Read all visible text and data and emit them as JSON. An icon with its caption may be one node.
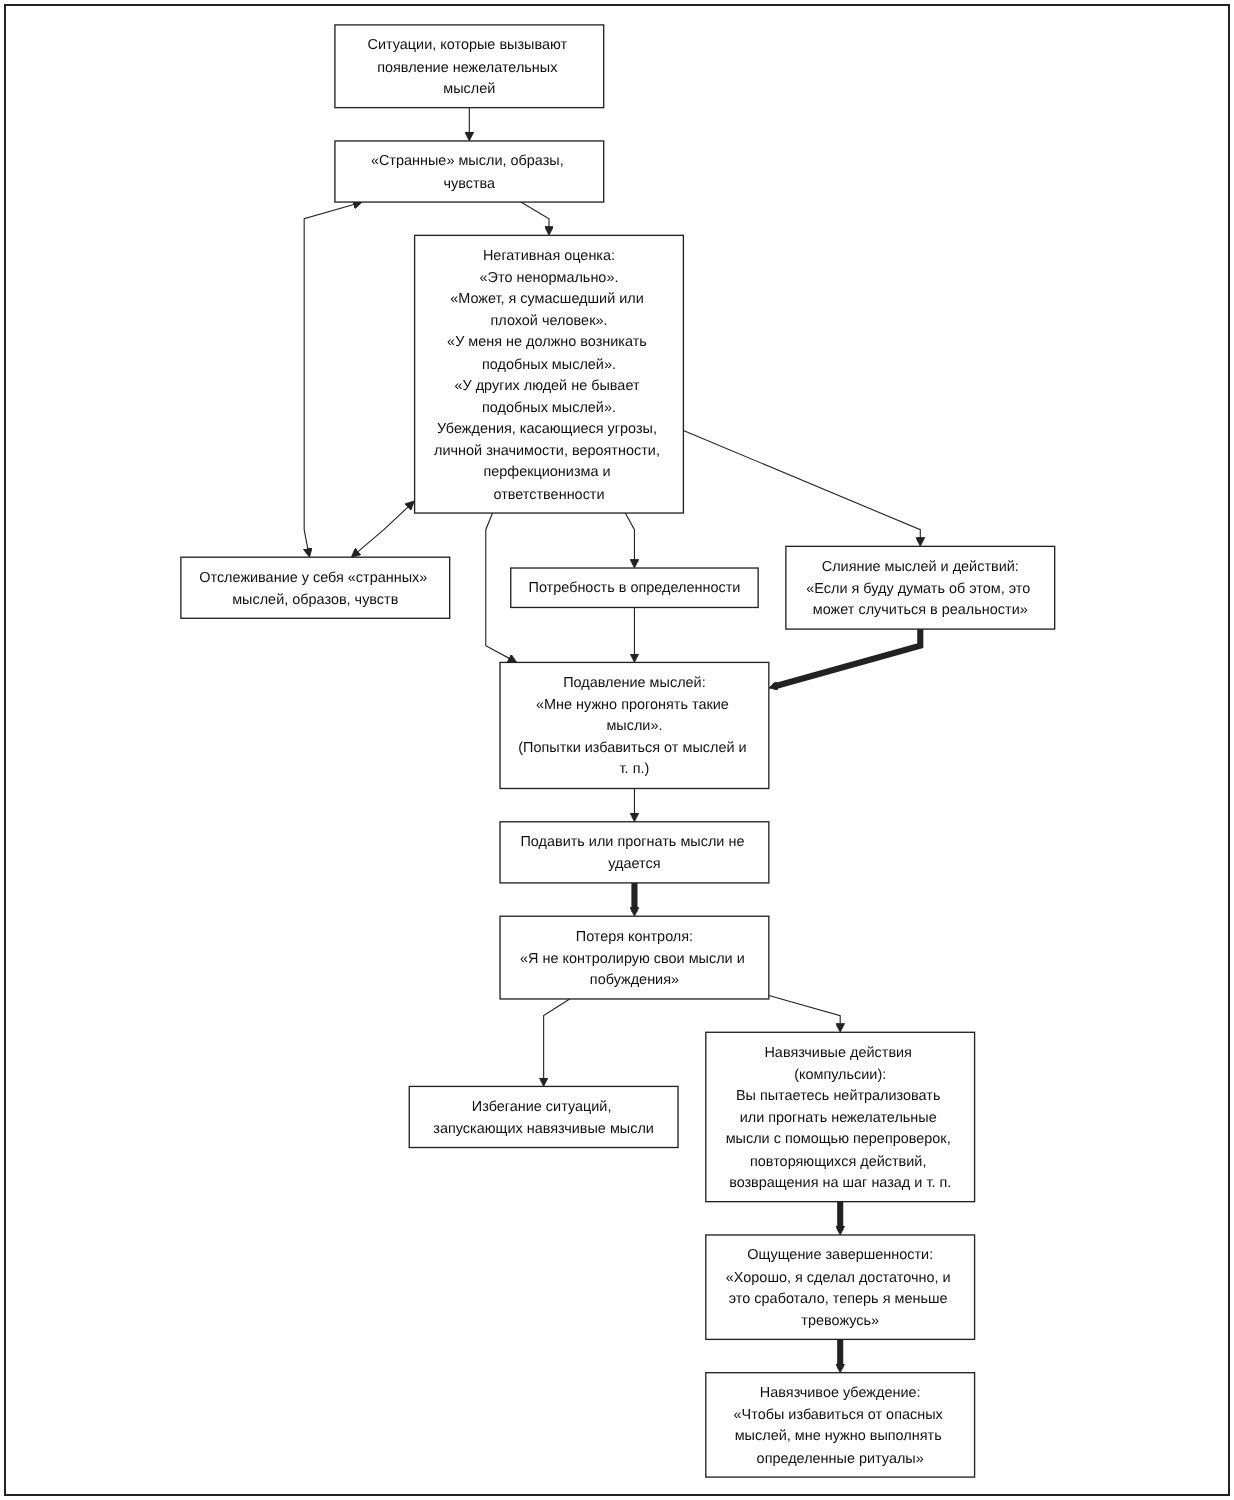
{
  "diagram": {
    "nodes": [
      {
        "text": [
          "Ситуации, которые вызывают появление нежелательных мыслей"
        ]
      },
      {
        "text": [
          "«Странные» мысли, образы, чувства"
        ]
      },
      {
        "text": [
          "Негативная оценка:",
          "«Это ненормально».",
          "«Может, я сумасшедший или плохой человек».",
          "«У меня не должно возникать подобных мыслей».",
          "«У других людей не бывает подобных мыслей».",
          "Убеждения, касающиеся угрозы, личной значимости, вероятности, перфекционизма и ответственности"
        ]
      },
      {
        "text": [
          "Отслеживание у себя «странных» мыслей, образов, чувств"
        ]
      },
      {
        "text": [
          "Потребность в определенности"
        ]
      },
      {
        "text": [
          "Подавление мыслей:",
          "«Мне нужно прогонять такие мысли».",
          "(Попытки избавиться от мыслей и т. п.)"
        ]
      },
      {
        "text": [
          "Слияние мыслей и действий:",
          "«Если я буду думать об этом, это может случиться в реальности»"
        ]
      },
      {
        "text": [
          "Подавить или прогнать мысли не удается"
        ]
      },
      {
        "text": [
          "Потеря контроля:",
          "«Я не контролирую свои мысли и побуждения»"
        ]
      },
      {
        "text": [
          "Избегание ситуаций, запускающих навязчивые мысли"
        ]
      },
      {
        "text": [
          "Навязчивые действия (компульсии):",
          "Вы пытаетесь нейтрализовать или прогнать нежелательные мысли с помощью перепроверок, повторяющихся действий, возвращения на шаг назад и т. п."
        ]
      },
      {
        "text": [
          "Ощущение завершенности:",
          "«Хорошо, я сделал достаточно, и это сработало, теперь я меньше тревожусь»"
        ]
      },
      {
        "text": [
          "Навязчивое убеждение:",
          "«Чтобы избавиться от опасных мыслей, мне нужно выполнять определенные ритуалы»"
        ]
      }
    ],
    "edges": [
      {
        "from": 0,
        "to": 1,
        "arrow": "to"
      },
      {
        "from": 1,
        "to": 2,
        "arrow": "to"
      },
      {
        "from": 1,
        "to": 3,
        "arrow": "both"
      },
      {
        "from": 2,
        "to": 3,
        "arrow": "both"
      },
      {
        "from": 2,
        "to": 4,
        "arrow": "to"
      },
      {
        "from": 2,
        "to": 5,
        "arrow": "to"
      },
      {
        "from": 2,
        "to": 6,
        "arrow": "to"
      },
      {
        "from": 4,
        "to": 5,
        "arrow": "to"
      },
      {
        "from": 6,
        "to": 5,
        "arrow": "to",
        "style": "thick"
      },
      {
        "from": 5,
        "to": 7,
        "arrow": "to"
      },
      {
        "from": 7,
        "to": 8,
        "arrow": "to",
        "style": "thick"
      },
      {
        "from": 8,
        "to": 9,
        "arrow": "to"
      },
      {
        "from": 8,
        "to": 10,
        "arrow": "to"
      },
      {
        "from": 10,
        "to": 11,
        "arrow": "to",
        "style": "thick"
      },
      {
        "from": 11,
        "to": 12,
        "arrow": "to",
        "style": "thick"
      }
    ]
  }
}
